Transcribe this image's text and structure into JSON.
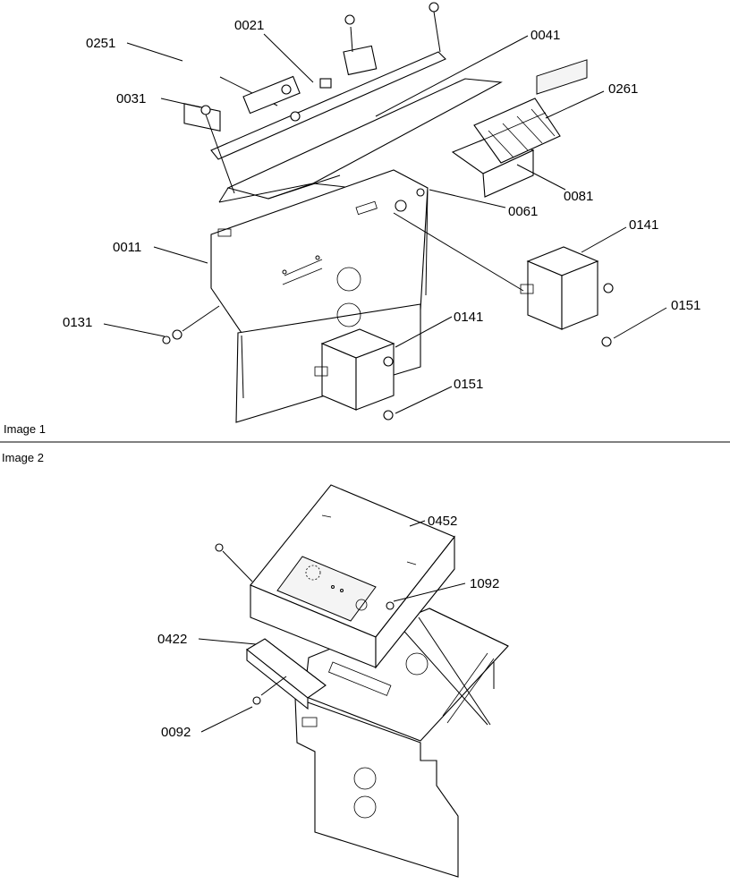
{
  "captions": {
    "image1": "Image 1",
    "image2": "Image 2"
  },
  "image1": {
    "callouts": {
      "p0251": "0251",
      "p0021": "0021",
      "p0041": "0041",
      "p0031": "0031",
      "p0261": "0261",
      "p0081": "0081",
      "p0061": "0061",
      "p0011": "0011",
      "p0141a": "0141",
      "p0151a": "0151",
      "p0131": "0131",
      "p0141b": "0141",
      "p0151b": "0151"
    }
  },
  "image2": {
    "callouts": {
      "p0452": "0452",
      "p1092": "1092",
      "p0422": "0422",
      "p0092": "0092"
    }
  }
}
